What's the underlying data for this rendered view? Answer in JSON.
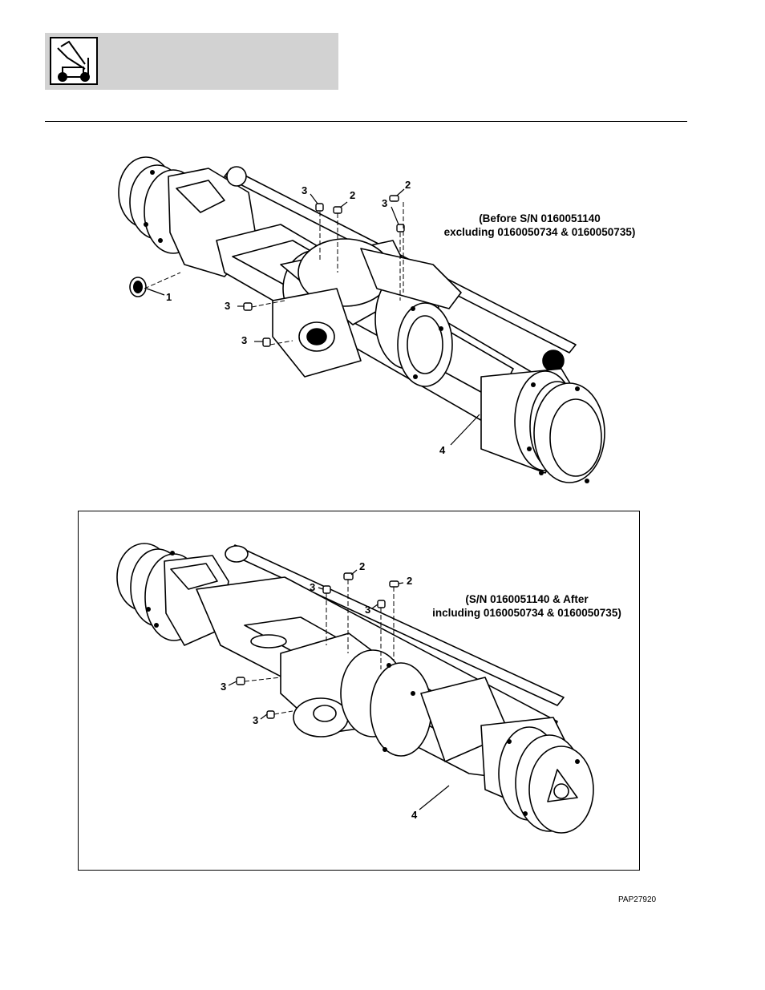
{
  "header": {
    "icon": "forklift-icon"
  },
  "top_diagram": {
    "caption_line1": "(Before S/N 0160051140",
    "caption_line2": "excluding 0160050734 & 0160050735)",
    "callouts": [
      "3",
      "2",
      "2",
      "3",
      "1",
      "3",
      "3",
      "4"
    ]
  },
  "bottom_diagram": {
    "caption_line1": "(S/N 0160051140 & After",
    "caption_line2": "including 0160050734 & 0160050735)",
    "callouts": [
      "2",
      "3",
      "2",
      "3",
      "3",
      "3",
      "4"
    ]
  },
  "figure_id": "PAP27920"
}
